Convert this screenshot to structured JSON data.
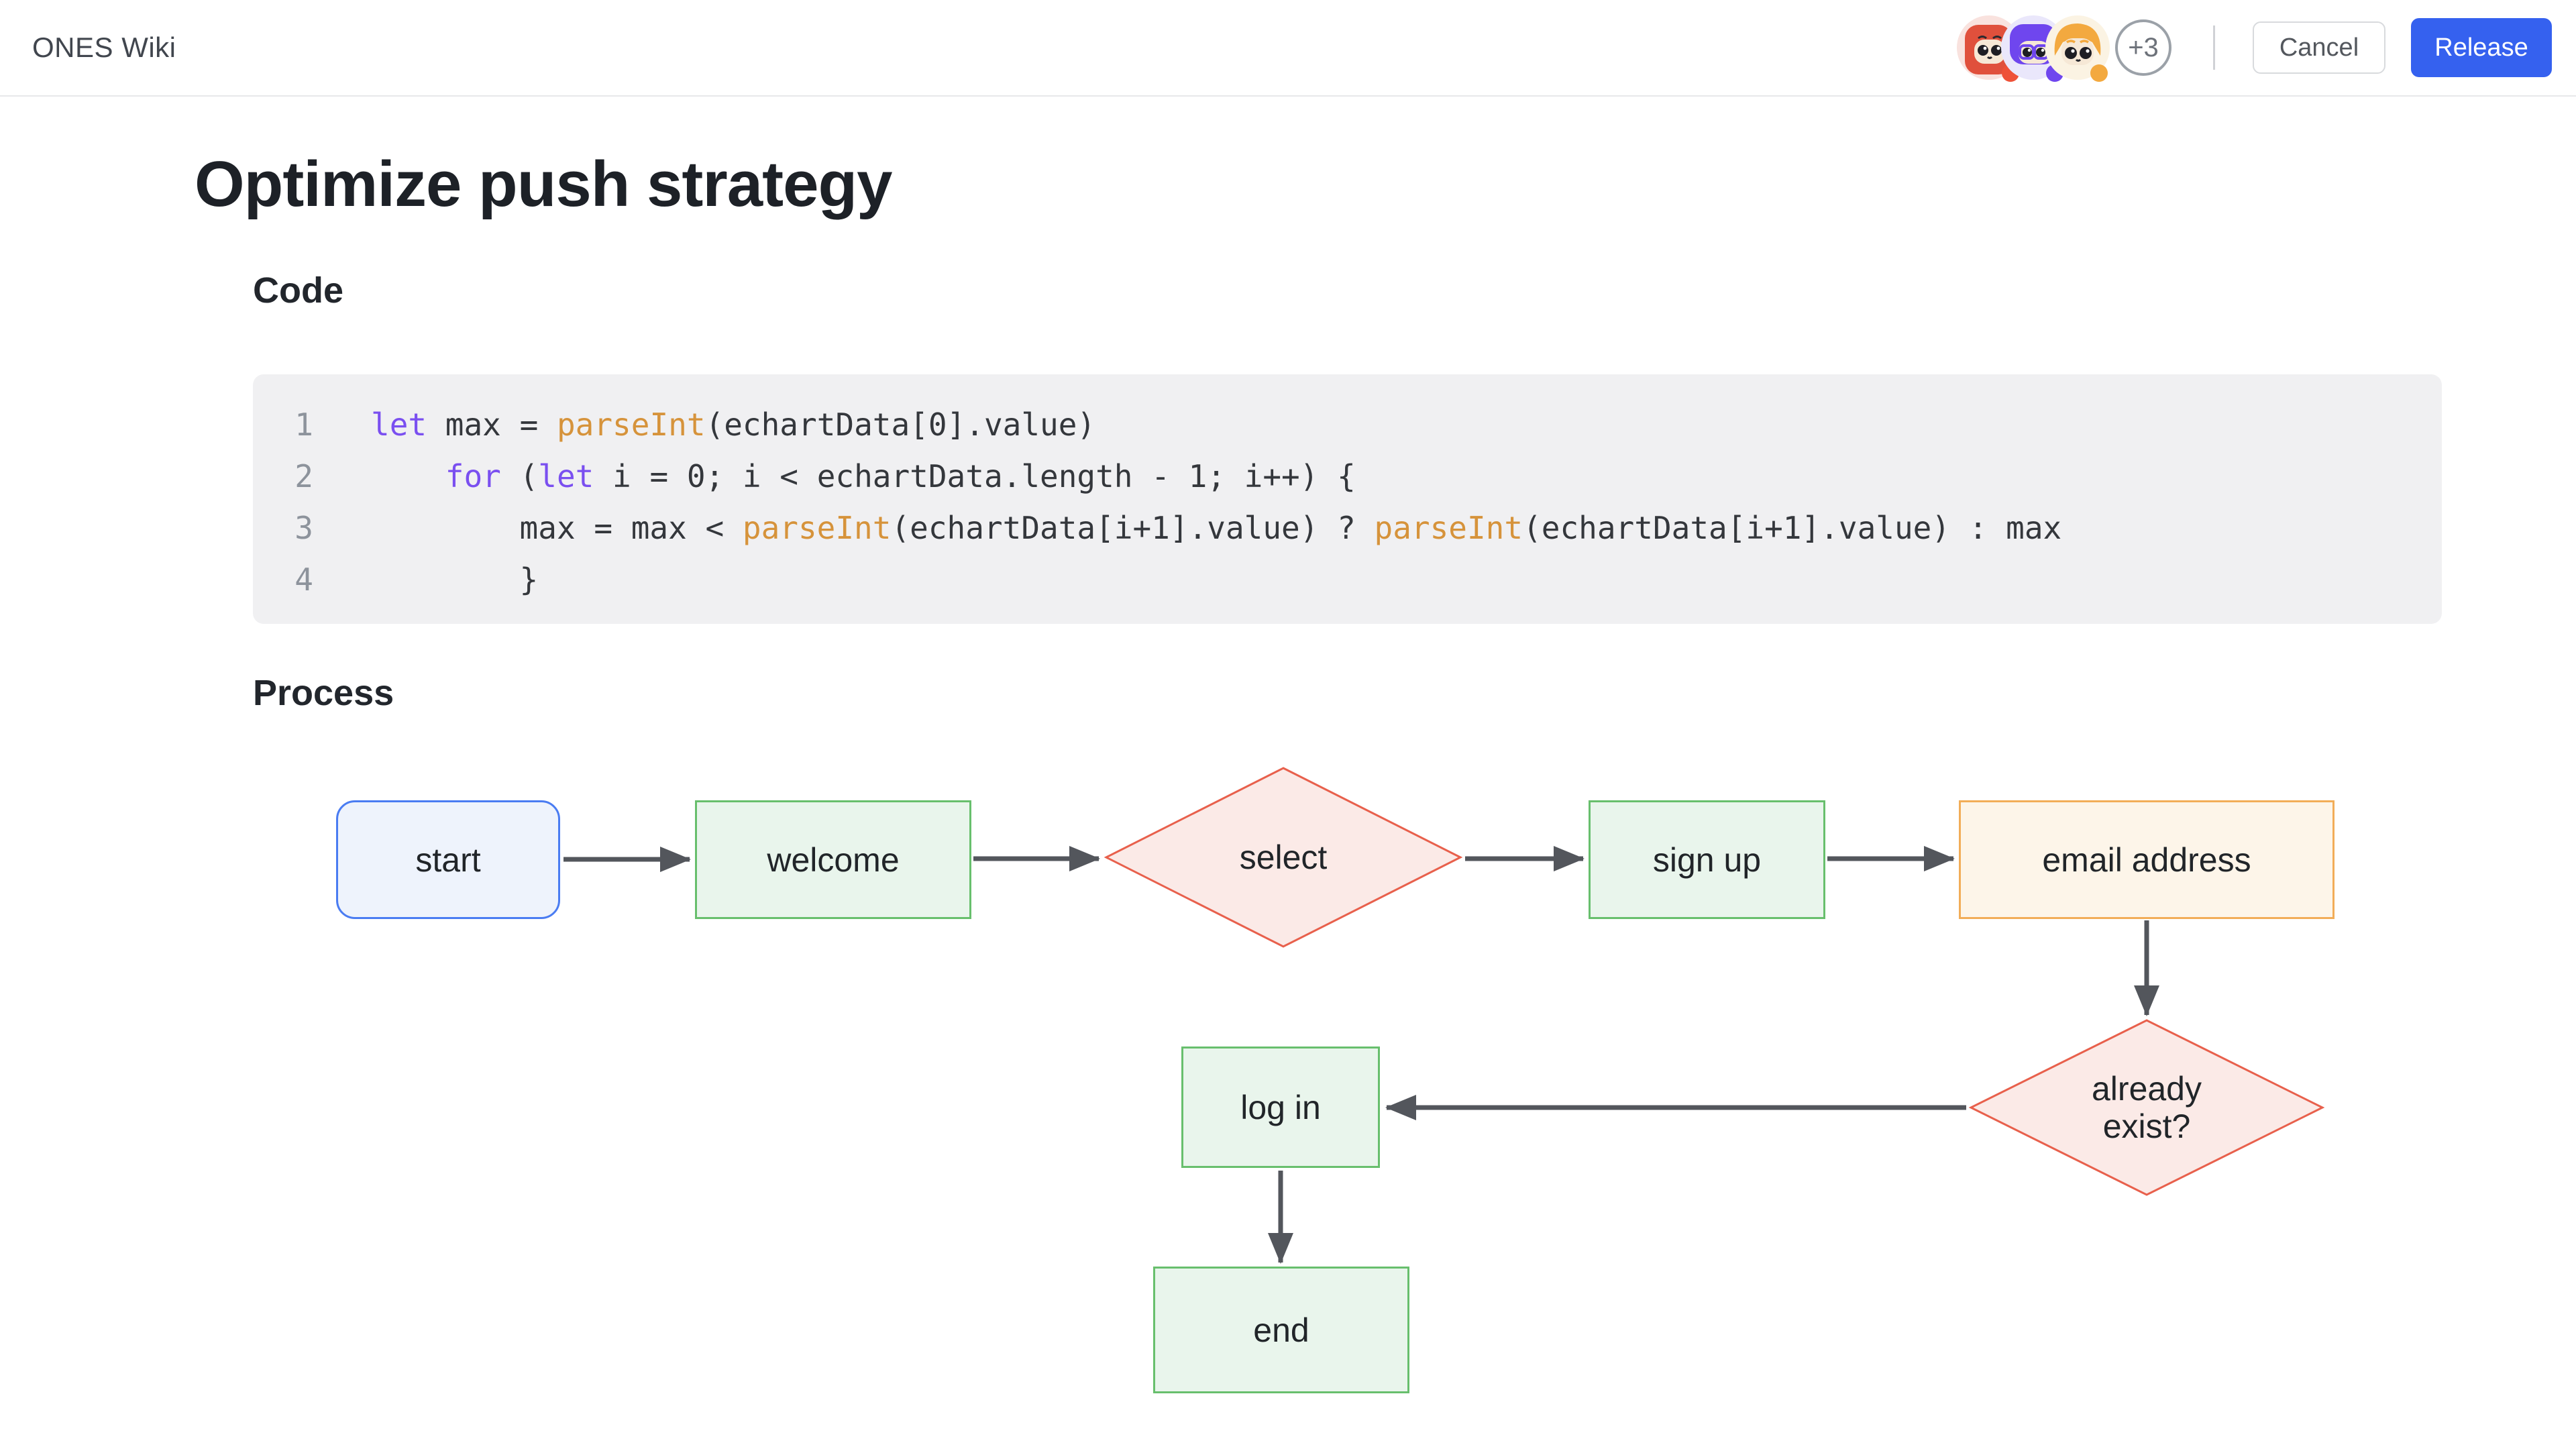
{
  "header": {
    "app_title": "ONES Wiki",
    "overflow_badge": "+3",
    "cancel_label": "Cancel",
    "release_label": "Release",
    "avatars": [
      {
        "bg": "#f9e2de",
        "hair": "#e0503c",
        "skin": "#f6e8d6",
        "dot": "#ee5138"
      },
      {
        "bg": "#eae7fb",
        "hair": "#6f46ee",
        "skin": "#f6e8d6",
        "dot": "#6f46ee"
      },
      {
        "bg": "#fbf3e3",
        "hair": "#f3a93f",
        "skin": "#f6e8d6",
        "dot": "#f3a93f"
      }
    ]
  },
  "buttons": {
    "release_bg": "#3561ef",
    "cancel_border": "#d8dadd"
  },
  "document": {
    "title": "Optimize push strategy",
    "code_heading": "Code",
    "process_heading": "Process"
  },
  "code": {
    "language_hint": "javascript",
    "colors": {
      "keyword": "#7a4ff0",
      "function": "#d6933b",
      "text": "#34373c",
      "line_number": "#8d939c",
      "background": "#f0f0f2"
    },
    "lines": [
      {
        "num": "1",
        "segments": [
          {
            "text": "let"
          },
          {
            "text": " max = "
          },
          {
            "text": "parseInt"
          },
          {
            "text": "(echartData[0].value)"
          }
        ]
      },
      {
        "num": "2",
        "segments": [
          {
            "text": "    "
          },
          {
            "text": "for"
          },
          {
            "text": " ("
          },
          {
            "text": "let"
          },
          {
            "text": " i = 0; i < echartData.length - 1; i++) {"
          }
        ]
      },
      {
        "num": "3",
        "segments": [
          {
            "text": "        max = max < "
          },
          {
            "text": "parseInt"
          },
          {
            "text": "(echartData[i+1].value) ? "
          },
          {
            "text": "parseInt"
          },
          {
            "text": "(echartData[i+1].value) : max"
          }
        ]
      },
      {
        "num": "4",
        "segments": [
          {
            "text": "        }"
          }
        ]
      }
    ]
  },
  "flowchart": {
    "arrow_color": "#53565c",
    "nodes": {
      "start": {
        "label": "start",
        "shape": "rounded-rect",
        "border": "#4a7cf2",
        "fill": "#eef3fc"
      },
      "welcome": {
        "label": "welcome",
        "shape": "rect",
        "border": "#68bf6d",
        "fill": "#e9f5ec"
      },
      "select": {
        "label": "select",
        "shape": "diamond",
        "border": "#e8604c",
        "fill": "#fbeae7"
      },
      "signup": {
        "label": "sign up",
        "shape": "rect",
        "border": "#68bf6d",
        "fill": "#e9f5ec"
      },
      "email": {
        "label": "email address",
        "shape": "rect",
        "border": "#f2ad58",
        "fill": "#fdf5e9"
      },
      "already": {
        "label": "already exist?",
        "shape": "diamond",
        "border": "#e8604c",
        "fill": "#fbeae7"
      },
      "login": {
        "label": "log in",
        "shape": "rect",
        "border": "#68bf6d",
        "fill": "#e9f5ec"
      },
      "end": {
        "label": "end",
        "shape": "rect",
        "border": "#68bf6d",
        "fill": "#e9f5ec"
      }
    },
    "edges": [
      "start->welcome",
      "welcome->select",
      "select->signup",
      "signup->email",
      "email->already",
      "already->login",
      "login->end"
    ]
  }
}
